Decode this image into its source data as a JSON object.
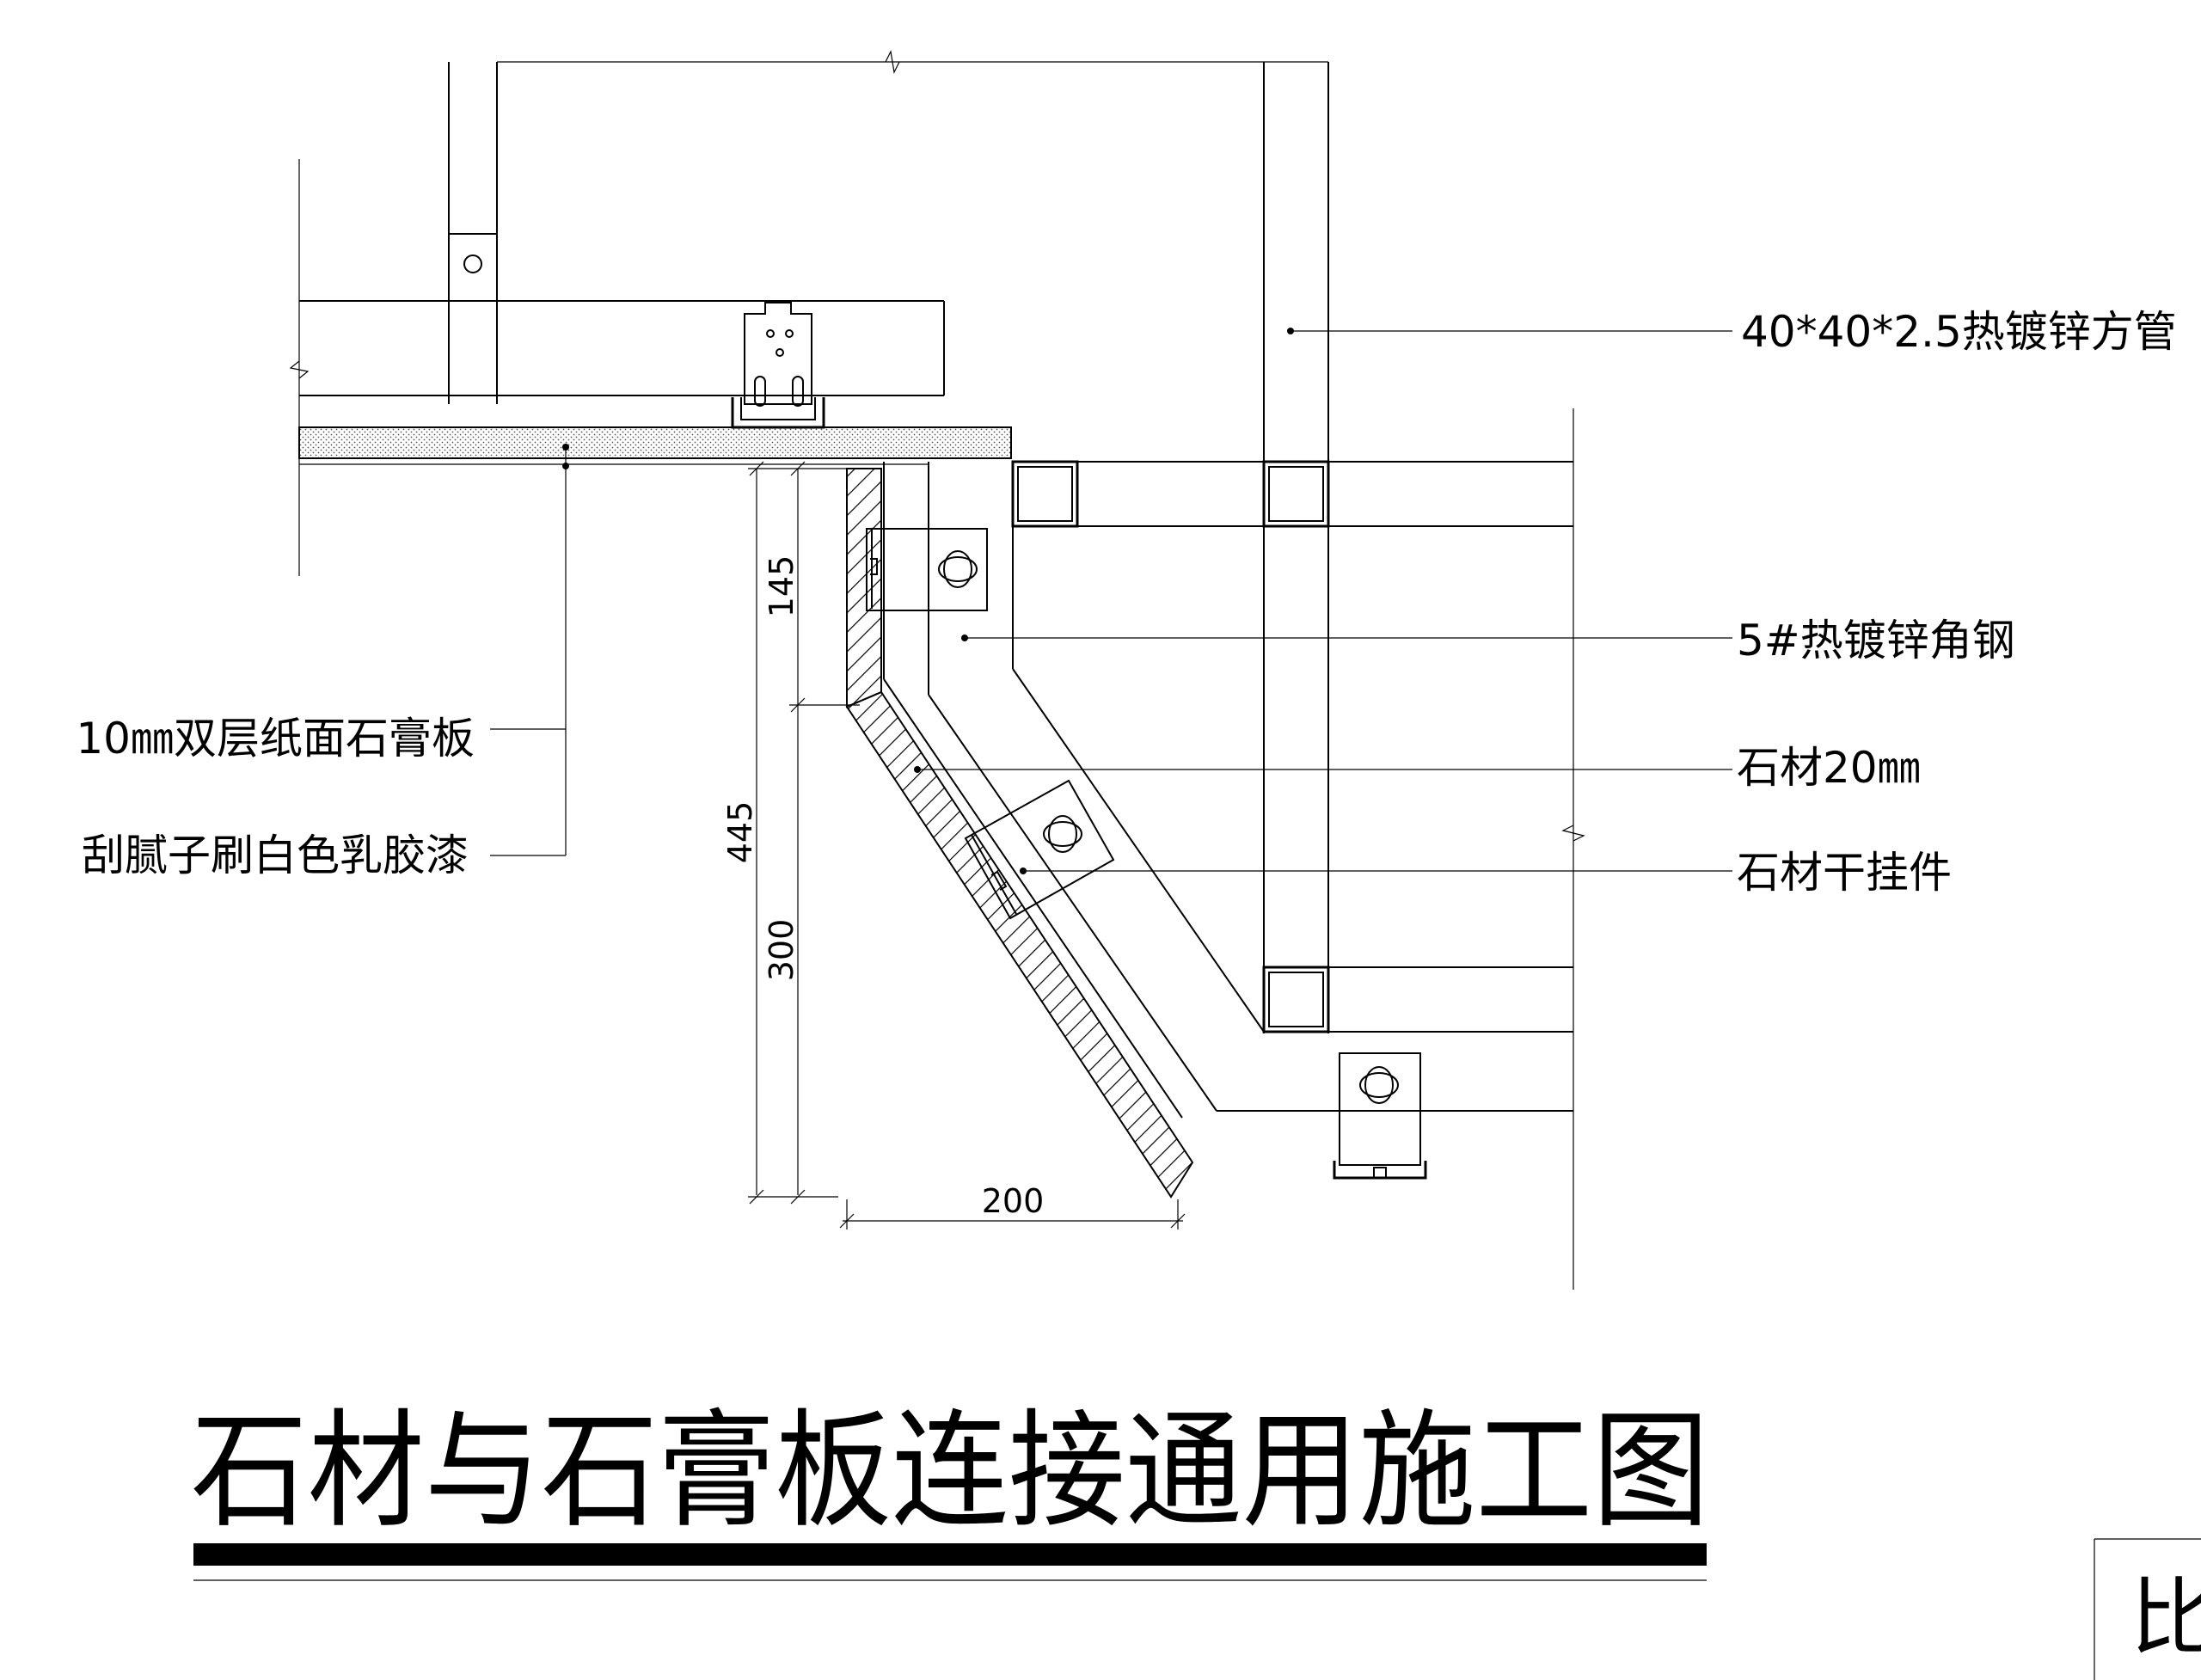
{
  "labels": {
    "square_tube": "40*40*2.5热镀锌方管",
    "angle_steel": "5#热镀锌角钢",
    "stone": "石材20㎜",
    "stone_hanger": "石材干挂件",
    "gypsum_board": "10㎜双层纸面石膏板",
    "paint": "刮腻子刷白色乳胶漆"
  },
  "dimensions": {
    "d145": "145",
    "d445": "445",
    "d300": "300",
    "d200": "200"
  },
  "title": "石材与石膏板连接通用施工图",
  "corner_text": "比"
}
